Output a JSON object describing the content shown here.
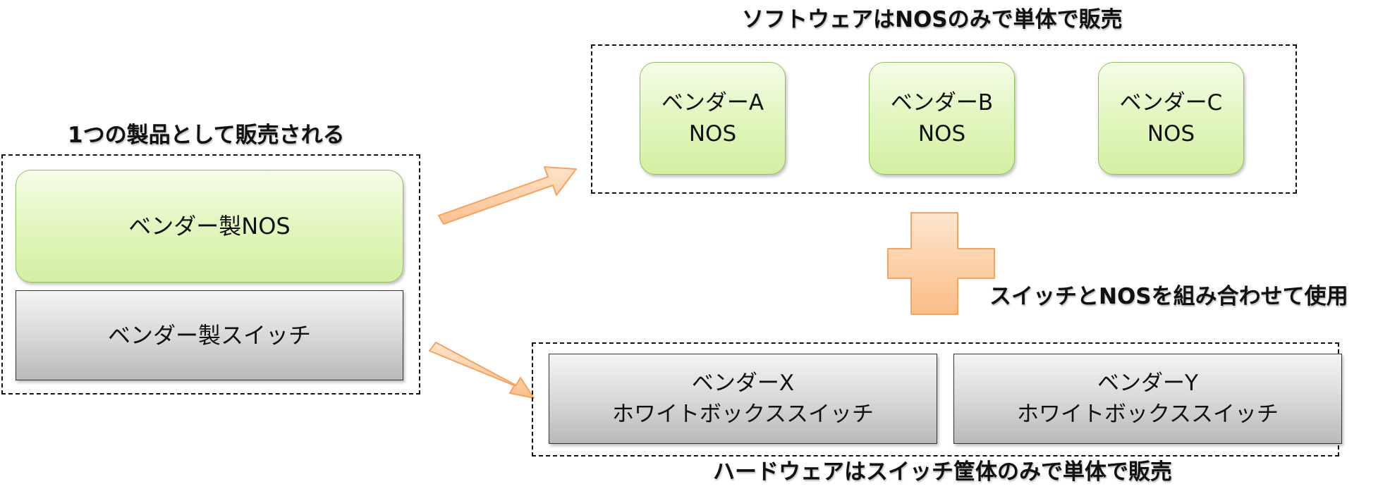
{
  "left": {
    "heading": "1つの製品として販売される",
    "nos_box": "ベンダー製NOS",
    "switch_box": "ベンダー製スイッチ"
  },
  "software": {
    "heading": "ソフトウェアはNOSのみで単体で販売",
    "vendors": [
      {
        "name": "ベンダーA",
        "product": "NOS"
      },
      {
        "name": "ベンダーB",
        "product": "NOS"
      },
      {
        "name": "ベンダーC",
        "product": "NOS"
      }
    ]
  },
  "combine": {
    "label": "スイッチとNOSを組み合わせて使用"
  },
  "hardware": {
    "heading": "ハードウェアはスイッチ筐体のみで単体で販売",
    "vendors": [
      {
        "name": "ベンダーX",
        "product": "ホワイトボックススイッチ"
      },
      {
        "name": "ベンダーY",
        "product": "ホワイトボックススイッチ"
      }
    ]
  },
  "colors": {
    "nos_fill": "#d2f0a2",
    "switch_fill": "#c8c8c8",
    "arrow_fill": "#fcd0a6",
    "arrow_stroke": "#f4a460"
  }
}
